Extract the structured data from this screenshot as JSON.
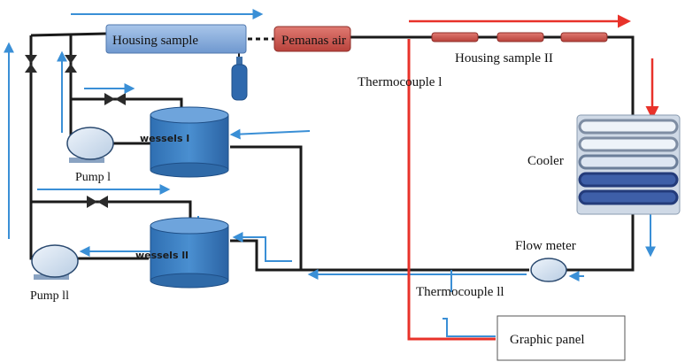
{
  "labels": {
    "housing_sample": "Housing sample",
    "pemanas_air": "Pemanas air",
    "housing_sample_ii": "Housing sample II",
    "thermocouple_i": "Thermocouple l",
    "cooler": "Cooler",
    "wessels_i": "wessels l",
    "wessels_ii": "wessels ll",
    "pump_i": "Pump l",
    "pump_ii": "Pump ll",
    "flow_meter": "Flow meter",
    "thermocouple_ii": "Thermocouple ll",
    "graphic_panel": "Graphic panel"
  },
  "colors": {
    "pipe": "#1a1a1a",
    "flow_arrow": "#3a8fd6",
    "hot_line": "#e8322a",
    "vessel_fill": "#3f7fc0",
    "heater_fill": "#c9534d",
    "housing_fill": "#7ea5d6"
  }
}
